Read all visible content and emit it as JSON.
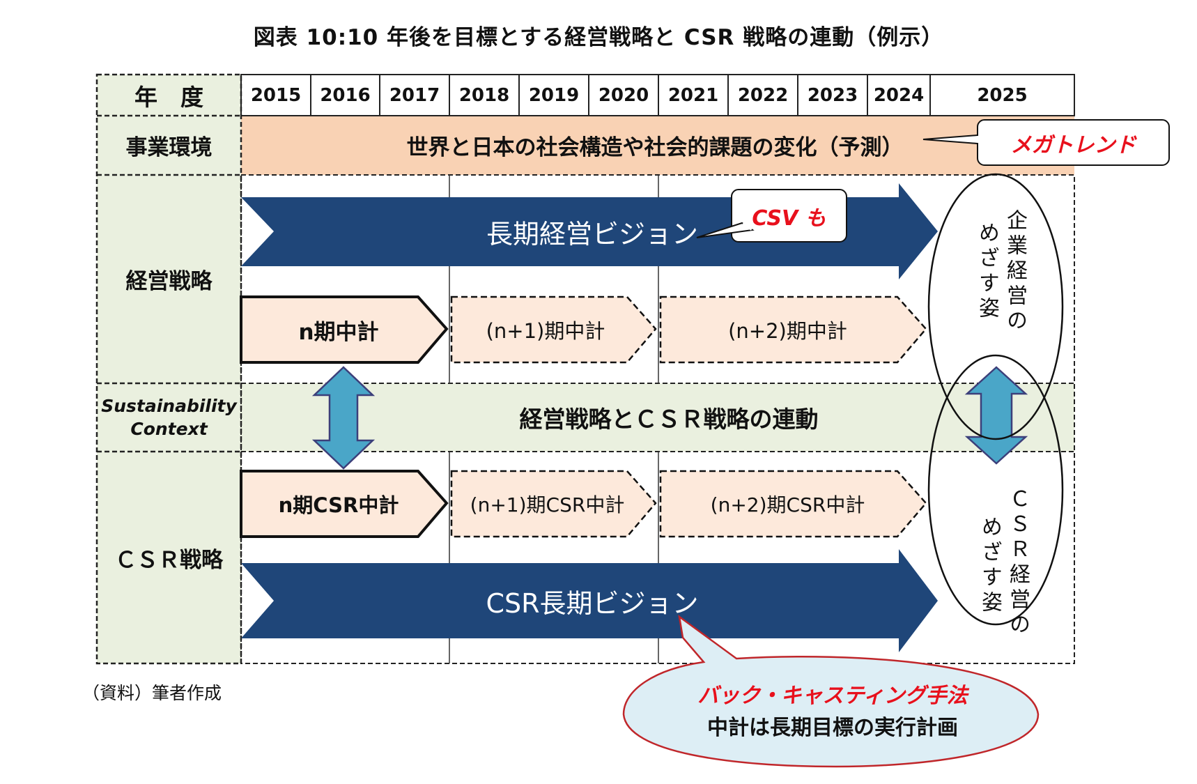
{
  "title": "図表 10:10 年後を目標とする経営戦略と CSR 戦略の連動（例示）",
  "source": "（資料）筆者作成",
  "row_labels": {
    "year": "年　度",
    "business_env": "事業環境",
    "management": "経営戦略",
    "sustainability_1": "Sustainability",
    "sustainability_2": "Context",
    "csr": "ＣＳＲ戦略"
  },
  "years": [
    "2015",
    "2016",
    "2017",
    "2018",
    "2019",
    "2020",
    "2021",
    "2022",
    "2023",
    "2024",
    "2025"
  ],
  "business_env_text": "世界と日本の社会構造や社会的課題の変化（予測）",
  "megatrend": "メガトレンド",
  "long_term_vision": "長期経営ビジョン",
  "csv_callout": "CSV も",
  "mid_plans": [
    "n期中計",
    "(n+1)期中計",
    "(n+2)期中計"
  ],
  "linkage_text": "経営戦略とＣＳＲ戦略の連動",
  "csr_mid_plans": [
    "n期CSR中計",
    "(n+1)期CSR中計",
    "(n+2)期CSR中計"
  ],
  "csr_long_term_vision": "CSR長期ビジョン",
  "goal_top_col1": "企業経営の",
  "goal_top_col2": "めざす姿",
  "goal_bottom_col1": "ＣＳＲ経営の",
  "goal_bottom_col2": "めざす姿",
  "backcasting_title": "バック・キャスティング手法",
  "backcasting_text": "中計は長期目標の実行計画",
  "colors": {
    "navy": "#1f4679",
    "peach": "#f9d2b4",
    "light_peach": "#fde9db",
    "light_green": "#eaf0df",
    "teal_arrow": "#4aa6c8",
    "red": "#e8101c",
    "bubble": "#ddeef5"
  }
}
